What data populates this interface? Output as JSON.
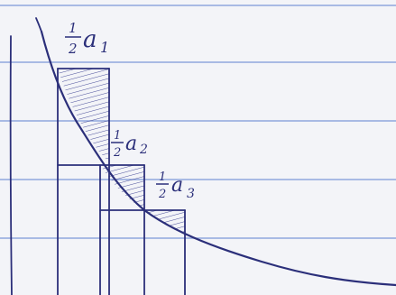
{
  "colors": {
    "paper": "#f3f4f8",
    "rule_line": "#8fa6dd",
    "ink": "#2b2f7a",
    "hatch": "#4a4f9a"
  },
  "annotations": {
    "a1": {
      "fraction_num": "1",
      "fraction_den": "2",
      "term": "a",
      "sub": "1"
    },
    "a2": {
      "fraction_num": "1",
      "fraction_den": "2",
      "term": "a",
      "sub": "2"
    },
    "a3": {
      "fraction_num": "1",
      "fraction_den": "2",
      "term": "a",
      "sub": "3"
    }
  }
}
